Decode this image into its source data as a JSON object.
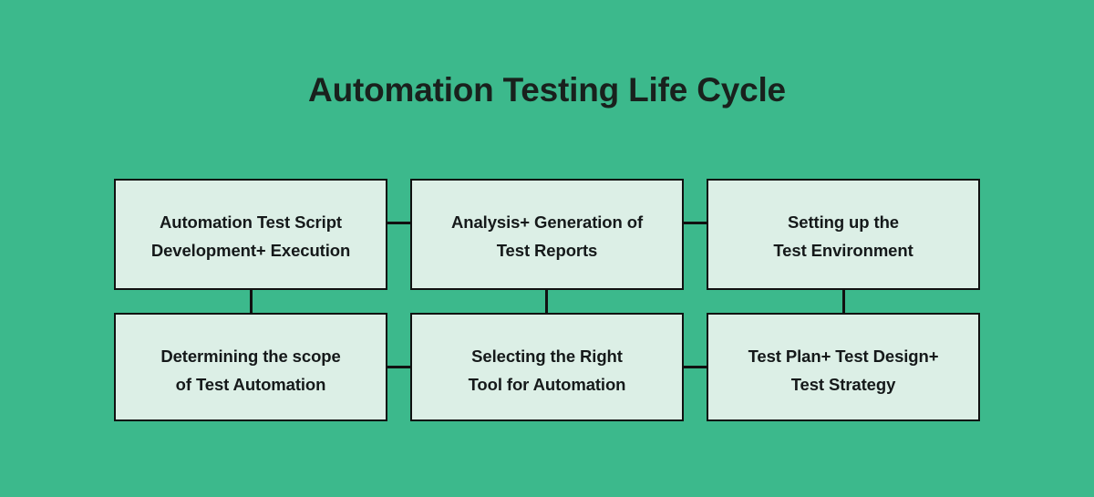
{
  "diagram": {
    "title": "Automation Testing Life Cycle",
    "background_color": "#3CB98C",
    "node_fill_color": "#DCEFE6",
    "node_border_color": "#111111",
    "title_color": "#19211D",
    "nodes": [
      {
        "id": "automation-test-script",
        "label": "Automation Test Script\nDevelopment+ Execution",
        "row": 1,
        "column": 1
      },
      {
        "id": "analysis-generation-test-reports",
        "label": "Analysis+ Generation of\nTest Reports",
        "row": 1,
        "column": 2
      },
      {
        "id": "setting-up-test-environment",
        "label": "Setting up the\nTest Environment",
        "row": 1,
        "column": 3
      },
      {
        "id": "determining-scope-test-automation",
        "label": "Determining the scope\nof Test Automation",
        "row": 2,
        "column": 1
      },
      {
        "id": "selecting-right-tool",
        "label": "Selecting the Right\nTool for Automation",
        "row": 2,
        "column": 2
      },
      {
        "id": "test-plan-design-strategy",
        "label": "Test Plan+ Test Design+\nTest Strategy",
        "row": 2,
        "column": 3
      }
    ],
    "connectors": [
      {
        "id": "link-box1-box2",
        "orientation": "horizontal"
      },
      {
        "id": "link-box2-box3",
        "orientation": "horizontal"
      },
      {
        "id": "link-box1-box4",
        "orientation": "vertical"
      },
      {
        "id": "link-box2-box5",
        "orientation": "vertical"
      },
      {
        "id": "link-box3-box6",
        "orientation": "vertical"
      },
      {
        "id": "link-box4-box5",
        "orientation": "horizontal"
      },
      {
        "id": "link-box5-box6",
        "orientation": "horizontal"
      }
    ]
  }
}
